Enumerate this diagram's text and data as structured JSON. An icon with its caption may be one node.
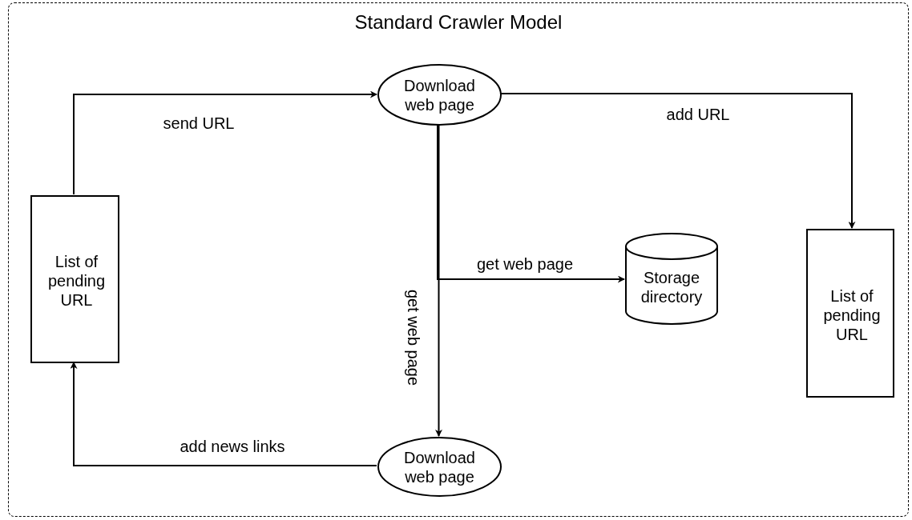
{
  "diagram": {
    "nodes": [
      {
        "text": [
          "Standard Crawler Model"
        ]
      },
      {
        "text": [
          "List of pending URL"
        ],
        "in": 0
      },
      {
        "text": [
          "Download web page"
        ],
        "in": 0
      },
      {
        "text": [
          "Storage directory"
        ],
        "in": 0
      },
      {
        "text": [
          "List of pending URL"
        ],
        "in": 0
      },
      {
        "text": [
          "Download web page"
        ],
        "in": 0
      }
    ],
    "edges": [
      {
        "from": 1,
        "to": 2,
        "arrow": "to",
        "label": "send URL"
      },
      {
        "from": 2,
        "to": 4,
        "arrow": "to",
        "label": "add URL"
      },
      {
        "from": 2,
        "to": 3,
        "arrow": "to",
        "label": "get web page"
      },
      {
        "from": 2,
        "to": 5,
        "arrow": "to",
        "label": "get web page"
      },
      {
        "from": 5,
        "to": 1,
        "arrow": "to",
        "label": "add news links"
      }
    ]
  }
}
